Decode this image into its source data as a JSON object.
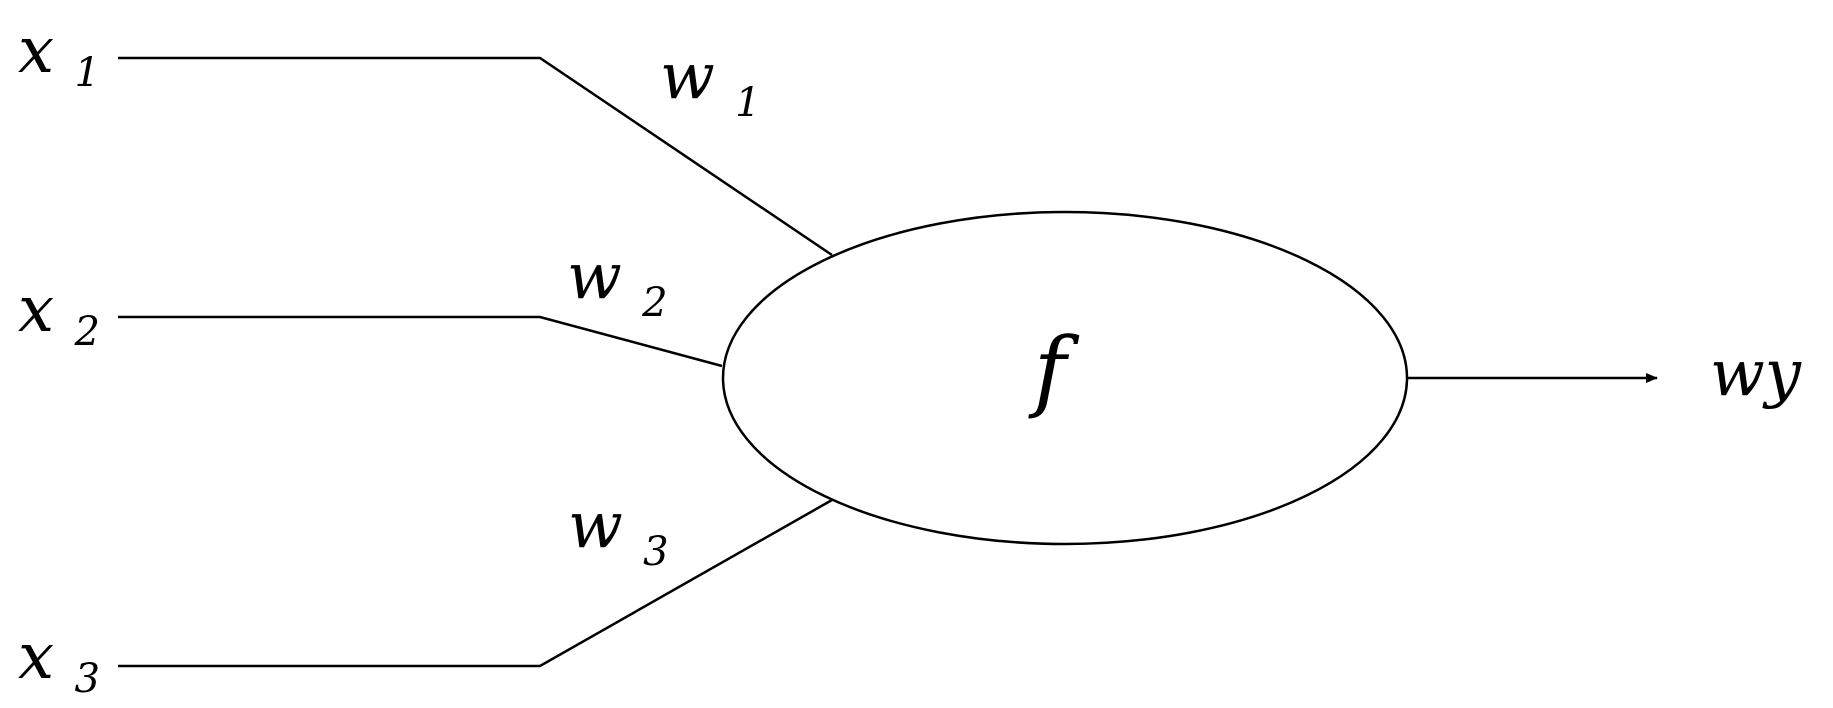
{
  "inputs": [
    {
      "base": "x",
      "subscript": "1"
    },
    {
      "base": "x",
      "subscript": "2"
    },
    {
      "base": "x",
      "subscript": "3"
    }
  ],
  "weights": [
    {
      "base": "w",
      "subscript": "1"
    },
    {
      "base": "w",
      "subscript": "2"
    },
    {
      "base": "w",
      "subscript": "3"
    }
  ],
  "neuron": {
    "label": "f"
  },
  "output": {
    "label": "wy"
  },
  "colors": {
    "stroke": "#000000",
    "background": "#ffffff"
  }
}
